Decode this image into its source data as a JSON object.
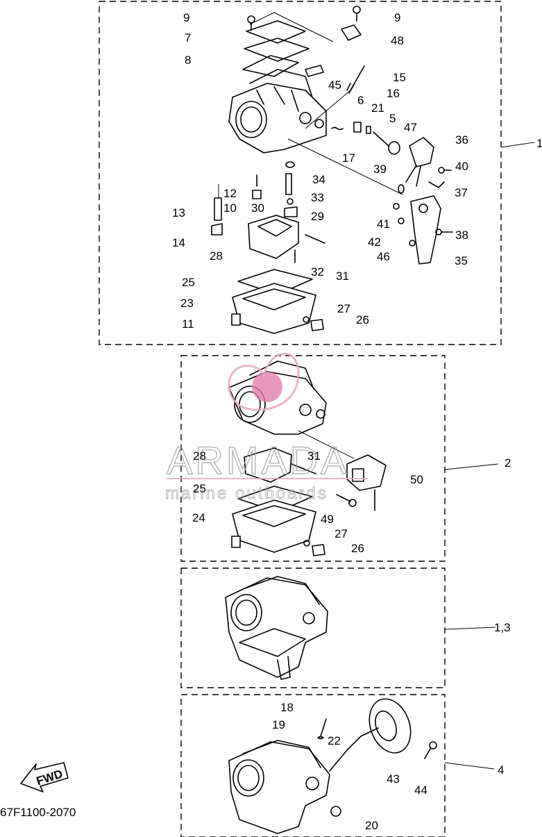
{
  "diagram_code": "67F1100-2070",
  "fwd_label": "FWD",
  "watermark": {
    "brand": "ARMADA",
    "sub": "marine outboards"
  },
  "assembly_labels": [
    "1",
    "2",
    "1,3",
    "4"
  ],
  "callouts": [
    "9",
    "9",
    "7",
    "48",
    "8",
    "15",
    "45",
    "16",
    "6",
    "21",
    "5",
    "47",
    "36",
    "17",
    "39",
    "40",
    "34",
    "12",
    "33",
    "37",
    "10",
    "30",
    "29",
    "13",
    "41",
    "38",
    "14",
    "42",
    "28",
    "46",
    "35",
    "32",
    "31",
    "25",
    "23",
    "27",
    "11",
    "26",
    "28",
    "31",
    "50",
    "25",
    "49",
    "24",
    "27",
    "26",
    "18",
    "19",
    "22",
    "43",
    "44",
    "20"
  ],
  "colors": {
    "line": "#000000",
    "watermark_gray": "#9b9b9b",
    "watermark_pink": "#e9a7c4",
    "watermark_pink_fill": "#e07aa9"
  }
}
